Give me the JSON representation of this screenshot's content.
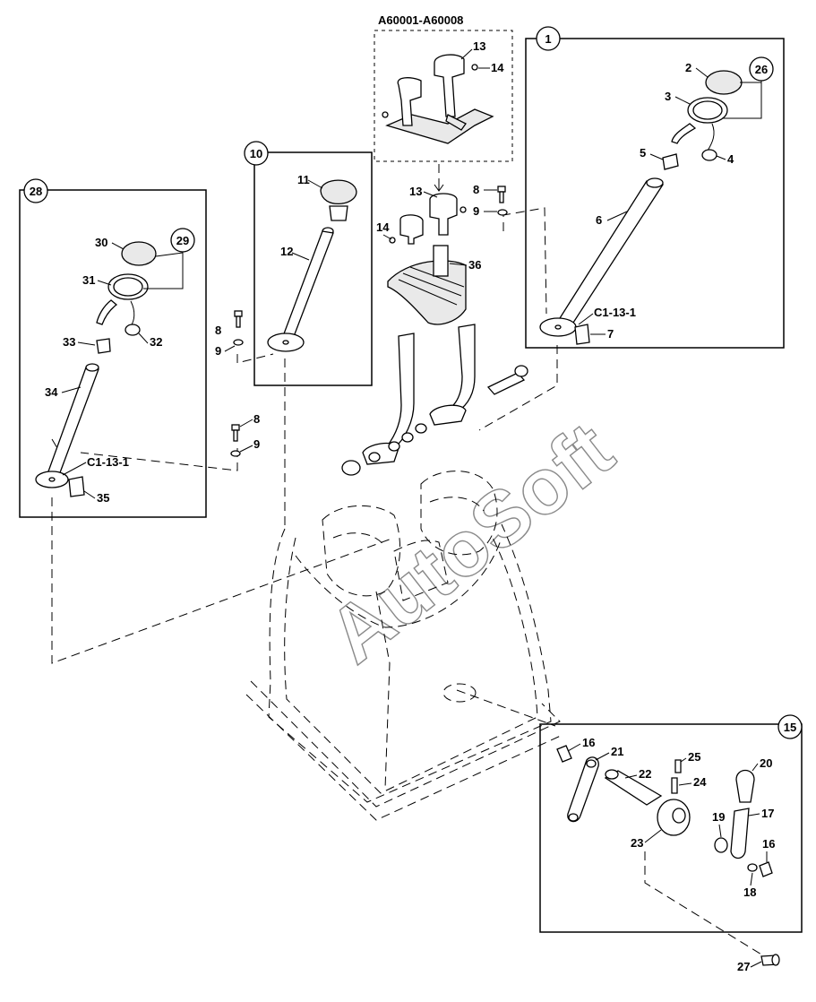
{
  "watermark": "AutoSoft",
  "group_label": "A60001-A60008",
  "callouts": {
    "c1": "1",
    "c10": "10",
    "c15": "15",
    "c26": "26",
    "c28": "28",
    "c29": "29"
  },
  "connector_labels": {
    "right": "C1-13-1",
    "left": "C1-13-1"
  },
  "parts": {
    "p2": "2",
    "p3": "3",
    "p4": "4",
    "p5": "5",
    "p6": "6",
    "p7": "7",
    "p8a": "8",
    "p9a": "9",
    "p8b": "8",
    "p9b": "9",
    "p8c": "8",
    "p9c": "9",
    "p11": "11",
    "p12": "12",
    "p13a": "13",
    "p14a": "14",
    "p13b": "13",
    "p14b": "14",
    "p16a": "16",
    "p16b": "16",
    "p17": "17",
    "p18": "18",
    "p19": "19",
    "p20": "20",
    "p21": "21",
    "p22": "22",
    "p23": "23",
    "p24": "24",
    "p25": "25",
    "p27": "27",
    "p30": "30",
    "p31": "31",
    "p32": "32",
    "p33": "33",
    "p34": "34",
    "p35": "35",
    "p36": "36"
  }
}
